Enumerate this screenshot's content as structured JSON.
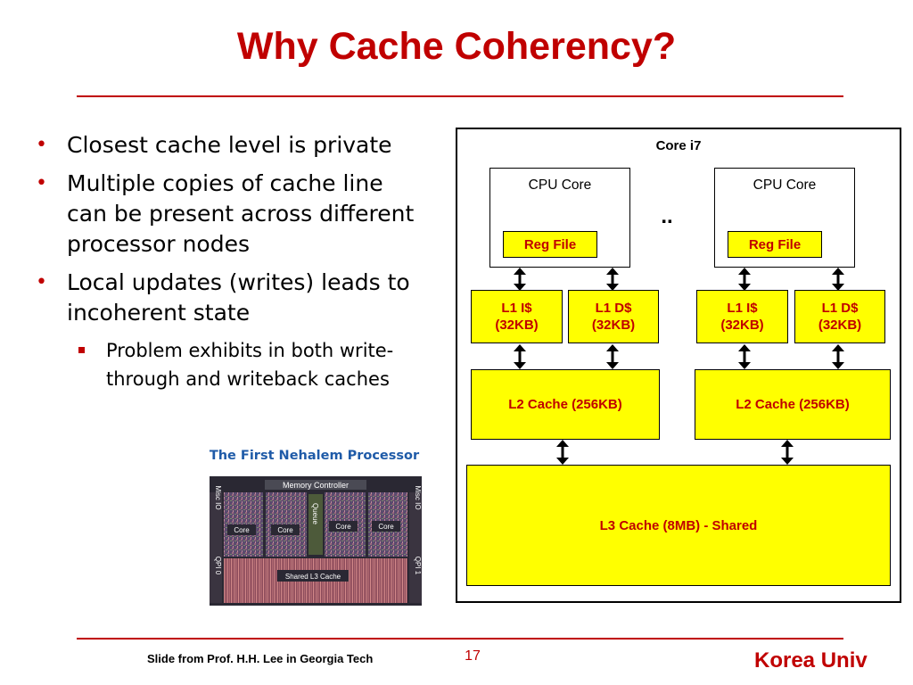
{
  "slide": {
    "title": "Why Cache Coherency?",
    "bullets": [
      "Closest cache level is private",
      "Multiple copies of cache line can be present across different processor nodes",
      "Local updates (writes) leads to incoherent state"
    ],
    "sub_bullets": [
      "Problem exhibits in both write-through and writeback caches"
    ]
  },
  "figure": {
    "title": "The First Nehalem Processor",
    "labels": {
      "memory_controller": "Memory Controller",
      "core": "Core",
      "queue": "Queue",
      "misc_io": "Misc IO",
      "qpi_0": "QPI 0",
      "qpi_1": "QPI 1",
      "shared_l3": "Shared L3 Cache"
    }
  },
  "diagram": {
    "title": "Core i7",
    "cpu_core_label": "CPU Core",
    "reg_file_label": "Reg File",
    "ellipsis": "..",
    "l1i_label": "L1 I$",
    "l1d_label": "L1 D$",
    "l1_size": "(32KB)",
    "l2_label": "L2 Cache (256KB)",
    "l3_label": "L3 Cache (8MB) - Shared"
  },
  "footer": {
    "credit": "Slide from Prof. H.H. Lee in Georgia Tech",
    "page_number": "17",
    "brand": "Korea Univ"
  },
  "colors": {
    "accent": "#c00000",
    "box_fill": "#ffff00",
    "figure_title": "#1f5ba8"
  }
}
